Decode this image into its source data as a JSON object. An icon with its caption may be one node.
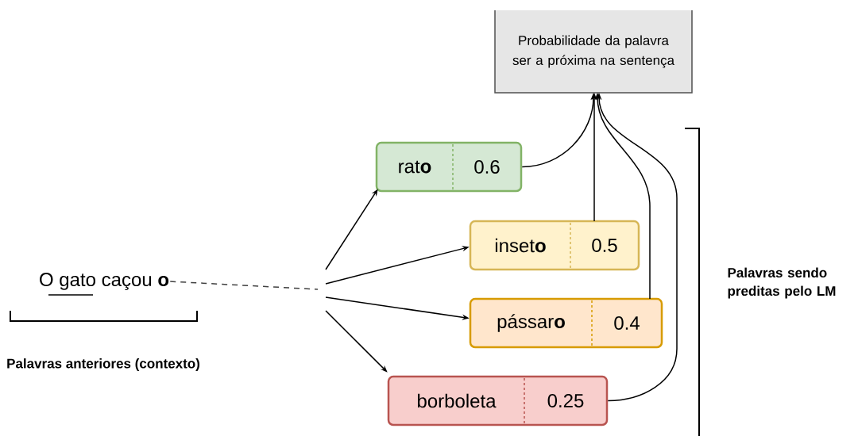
{
  "diagram": {
    "nodes": [
      {
        "text": [
          "O gato caçou **o**"
        ]
      },
      {
        "text": [
          "Probabilidade da palavra ser a próxima na sentença"
        ]
      },
      {
        "text": [
          "rat**o**",
          "0.6"
        ]
      },
      {
        "text": [
          "inset**o**",
          "0.5"
        ]
      },
      {
        "text": [
          "pássar**o**",
          "0.4"
        ]
      },
      {
        "text": [
          "borboleta",
          "0.25"
        ]
      }
    ],
    "edges": [
      {
        "from": 0,
        "to": null,
        "arrow": "none",
        "style": "dashed"
      },
      {
        "from": null,
        "to": 2,
        "arrow": "to"
      },
      {
        "from": null,
        "to": 3,
        "arrow": "to"
      },
      {
        "from": null,
        "to": 4,
        "arrow": "to"
      },
      {
        "from": null,
        "to": 5,
        "arrow": "to"
      },
      {
        "from": 2,
        "to": 1,
        "arrow": "to"
      },
      {
        "from": 3,
        "to": 1,
        "arrow": "to"
      },
      {
        "from": 4,
        "to": 1,
        "arrow": "to"
      },
      {
        "from": 5,
        "to": 1,
        "arrow": "to"
      }
    ],
    "labels": [
      "Palavras anteriores (contexto)",
      "Palavras sendo preditas pelo LM"
    ]
  }
}
